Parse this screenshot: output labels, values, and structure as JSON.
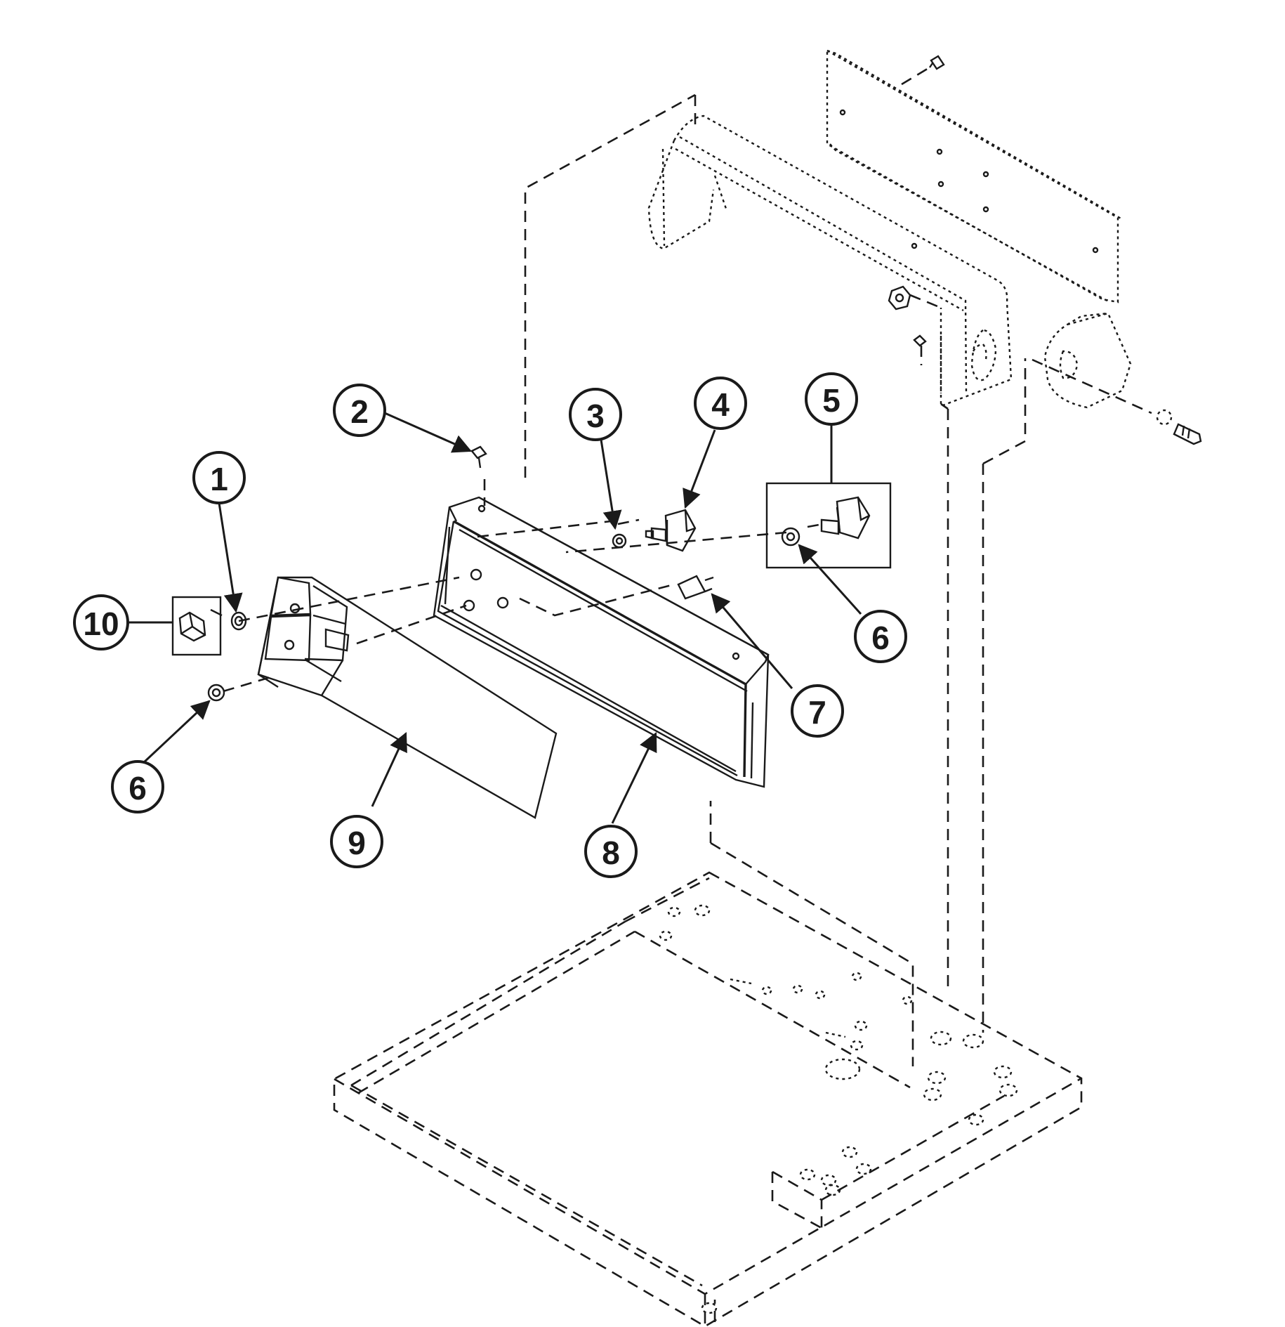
{
  "diagram": {
    "callouts": [
      {
        "id": "c1",
        "label": "1"
      },
      {
        "id": "c2",
        "label": "2"
      },
      {
        "id": "c3",
        "label": "3"
      },
      {
        "id": "c4",
        "label": "4"
      },
      {
        "id": "c5",
        "label": "5"
      },
      {
        "id": "c6a",
        "label": "6"
      },
      {
        "id": "c6b",
        "label": "6"
      },
      {
        "id": "c7",
        "label": "7"
      },
      {
        "id": "c8",
        "label": "8"
      },
      {
        "id": "c9",
        "label": "9"
      },
      {
        "id": "c10",
        "label": "10"
      }
    ]
  }
}
